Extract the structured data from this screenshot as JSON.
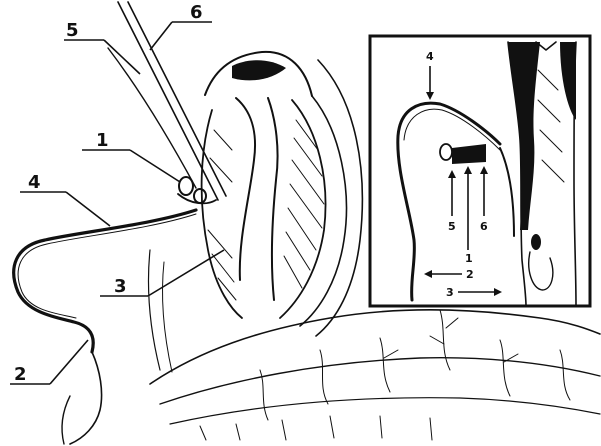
{
  "figure": {
    "main_labels": {
      "l1": "1",
      "l2": "2",
      "l3": "3",
      "l4": "4",
      "l5": "5",
      "l6": "6"
    },
    "inset_labels": {
      "i1": "1",
      "i2": "2",
      "i3": "3",
      "i4": "4",
      "i5": "5",
      "i6": "6"
    },
    "colors": {
      "ink": "#111111",
      "background": "#ffffff"
    }
  }
}
